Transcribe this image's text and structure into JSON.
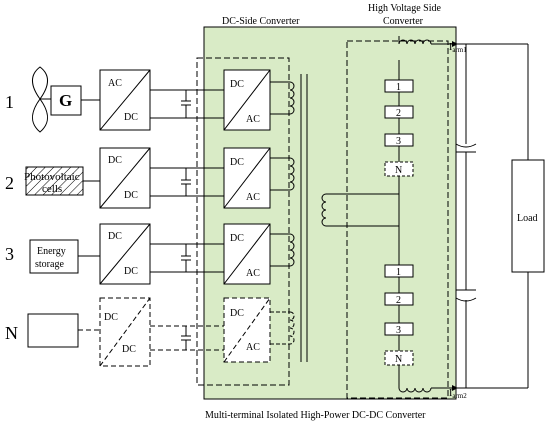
{
  "title_dc_side": "DC-Side Converter",
  "title_hv_line1": "High Voltage Side",
  "title_hv_line2": "Converter",
  "caption": "Multi-terminal Isolated High-Power DC-DC Converter",
  "rows": [
    {
      "index": "1",
      "source": "G",
      "box1_top": "AC",
      "box1_bot": "DC",
      "box2_top": "DC",
      "box2_bot": "AC"
    },
    {
      "index": "2",
      "source_line1": "Photovoltaic",
      "source_line2": "cells",
      "box1_top": "DC",
      "box1_bot": "DC",
      "box2_top": "DC",
      "box2_bot": "AC"
    },
    {
      "index": "3",
      "source_line1": "Energy",
      "source_line2": "storage",
      "box1_top": "DC",
      "box1_bot": "DC",
      "box2_top": "DC",
      "box2_bot": "AC"
    },
    {
      "index": "N",
      "box1_top": "DC",
      "box1_bot": "DC",
      "box2_top": "DC",
      "box2_bot": "AC"
    }
  ],
  "upper_arm": [
    "1",
    "2",
    "3",
    "N"
  ],
  "lower_arm": [
    "1",
    "2",
    "3",
    "N"
  ],
  "iarm1_main": "I",
  "iarm1_sub": "arm1",
  "iarm2_main": "I",
  "iarm2_sub": "arm2",
  "load": "Load",
  "colors": {
    "green_fill": "#d9ebc6",
    "stroke": "#000000"
  }
}
